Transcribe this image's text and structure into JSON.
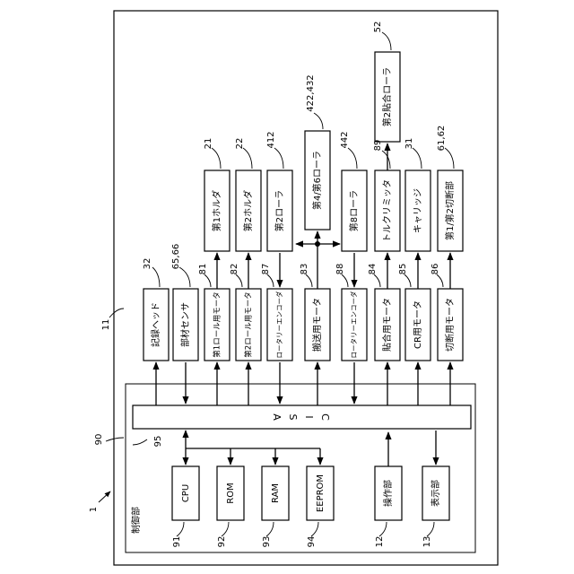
{
  "figure_ref": "1",
  "printer_ref": "11",
  "controller": {
    "ref": "90",
    "label": "制御部"
  },
  "asic": {
    "ref": "95",
    "letters": [
      "A",
      "S",
      "I",
      "C"
    ]
  },
  "column_blocks": [
    {
      "label": "記録ヘッド",
      "ref": "32"
    },
    {
      "label": "部材センサ",
      "ref": "65,66"
    },
    {
      "label": "第1ロール用モータ",
      "ref": "81"
    },
    {
      "label": "第2ロール用モータ",
      "ref": "82"
    },
    {
      "label": "ロータリーエンコーダ",
      "ref": "87"
    },
    {
      "label": "搬送用モータ",
      "ref": "83"
    },
    {
      "label": "ロータリーエンコーダ",
      "ref": "88"
    },
    {
      "label": "貼合用モータ",
      "ref": "84"
    },
    {
      "label": "CR用モータ",
      "ref": "85"
    },
    {
      "label": "切断用モータ",
      "ref": "86"
    }
  ],
  "upper_blocks": [
    {
      "label": "第1ホルダ",
      "ref": "21"
    },
    {
      "label": "第2ホルダ",
      "ref": "22"
    },
    {
      "label": "第2ローラ",
      "ref": "412"
    },
    {
      "label": "第4/第6ローラ",
      "ref": "422,432"
    },
    {
      "label": "第8ローラ",
      "ref": "442"
    },
    {
      "label": "トルクリミッタ",
      "ref": "89"
    },
    {
      "label": "第2貼合ローラ",
      "ref": "52"
    },
    {
      "label": "キャリッジ",
      "ref": "31"
    },
    {
      "label": "第1/第2切断部",
      "ref": "61,62"
    }
  ],
  "memory_blocks": [
    {
      "label": "CPU",
      "ref": "91"
    },
    {
      "label": "ROM",
      "ref": "92"
    },
    {
      "label": "RAM",
      "ref": "93"
    },
    {
      "label": "EEPROM",
      "ref": "94"
    }
  ],
  "io_blocks": [
    {
      "label": "操作部",
      "ref": "12"
    },
    {
      "label": "表示部",
      "ref": "13"
    }
  ]
}
